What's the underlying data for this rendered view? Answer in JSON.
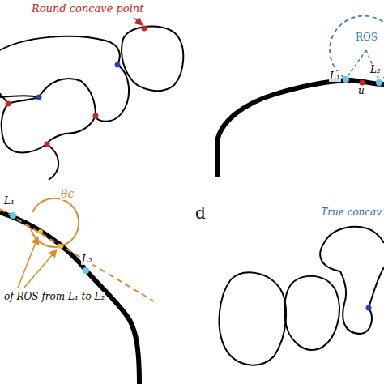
{
  "diagram": {
    "labels": [
      "Round concave point",
      "ROS",
      "L₁",
      "u",
      "L₂",
      "L₁",
      "θc",
      "L₂",
      "of ROS from L₁ to L₂",
      "d",
      "True concav"
    ]
  }
}
